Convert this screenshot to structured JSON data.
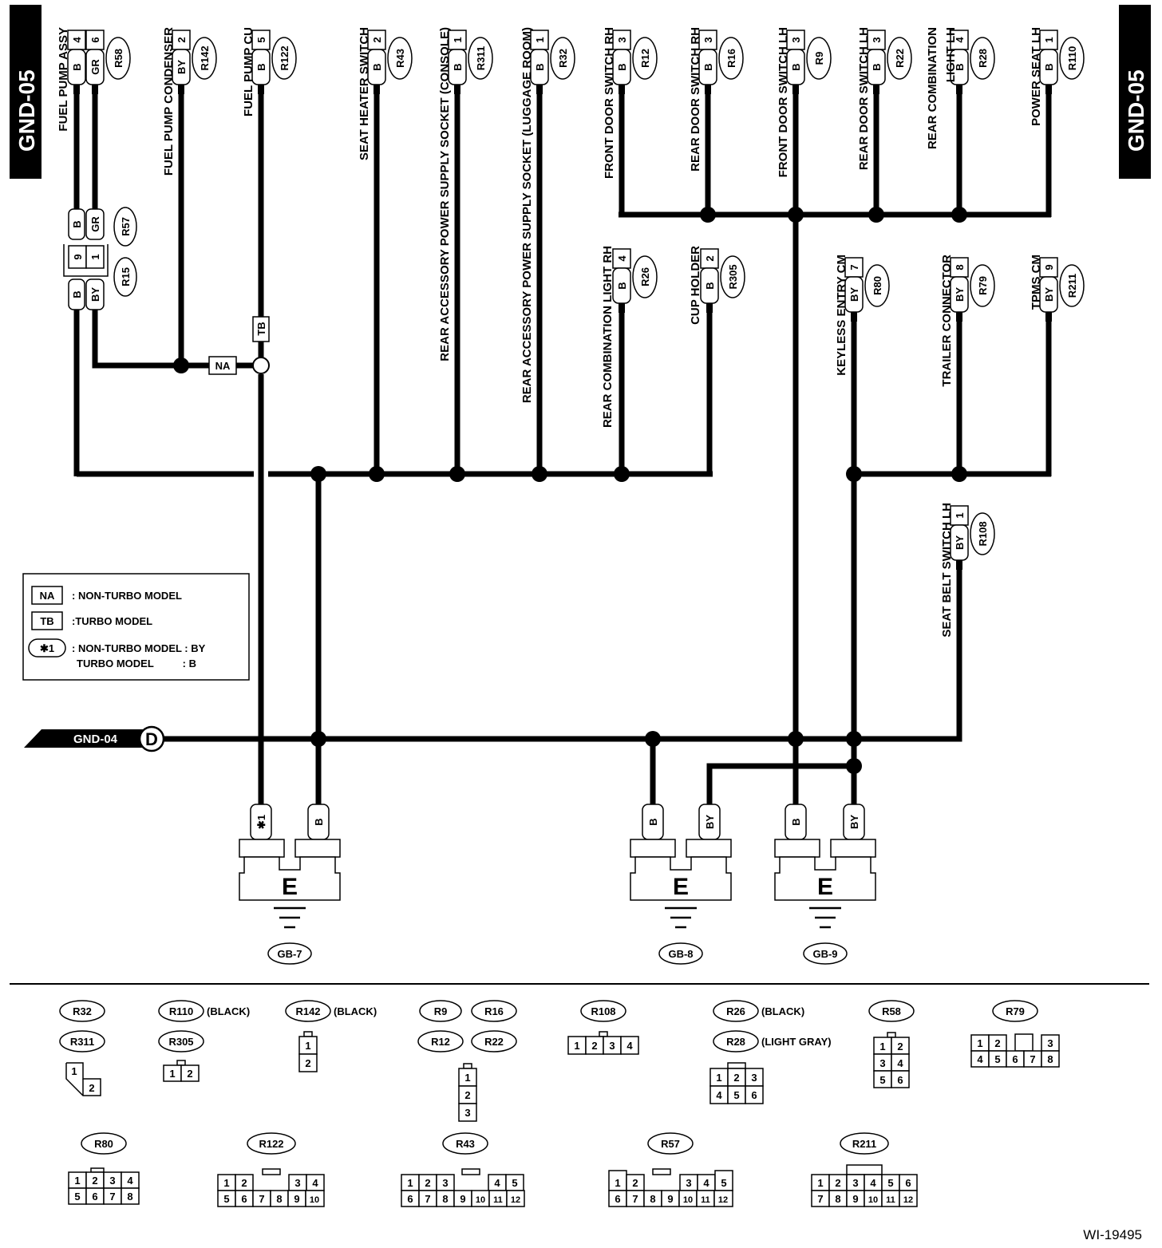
{
  "page_tag": "GND-05",
  "figure_id": "WI-19495",
  "cross_ref": {
    "label": "GND-04",
    "letter": "D"
  },
  "legend": {
    "na_code": "NA",
    "na_text": ": NON-TURBO MODEL",
    "tb_code": "TB",
    "tb_text": ":TURBO MODEL",
    "star_code": "✱1",
    "star_text1": ": NON-TURBO MODEL : BY",
    "star_text2": "TURBO MODEL          : B"
  },
  "components": [
    {
      "label": "FUEL PUMP ASSY",
      "conn": "R58",
      "pins": [
        "4",
        "6"
      ],
      "colors": [
        "B",
        "GR"
      ]
    },
    {
      "label": "FUEL PUMP CONDENSER",
      "conn": "R142",
      "pins": [
        "2"
      ],
      "colors": [
        "BY"
      ]
    },
    {
      "label": "FUEL PUMP CU",
      "conn": "R122",
      "pins": [
        "5"
      ],
      "colors": [
        "B"
      ]
    },
    {
      "label": "SEAT HEATER SWITCH",
      "conn": "R43",
      "pins": [
        "2"
      ],
      "colors": [
        "B"
      ]
    },
    {
      "label": "REAR ACCESSORY POWER SUPPLY SOCKET (CONSOLE)",
      "conn": "R311",
      "pins": [
        "1"
      ],
      "colors": [
        "B"
      ]
    },
    {
      "label": "REAR ACCESSORY POWER SUPPLY SOCKET (LUGGAGE ROOM)",
      "conn": "R32",
      "pins": [
        "1"
      ],
      "colors": [
        "B"
      ]
    },
    {
      "label": "FRONT DOOR SWITCH RH",
      "conn": "R12",
      "pins": [
        "3"
      ],
      "colors": [
        "B"
      ]
    },
    {
      "label": "REAR DOOR SWITCH RH",
      "conn": "R16",
      "pins": [
        "3"
      ],
      "colors": [
        "B"
      ]
    },
    {
      "label": "FRONT DOOR SWITCH LH",
      "conn": "R9",
      "pins": [
        "3"
      ],
      "colors": [
        "B"
      ]
    },
    {
      "label": "REAR DOOR SWITCH LH",
      "conn": "R22",
      "pins": [
        "3"
      ],
      "colors": [
        "B"
      ]
    },
    {
      "label": "REAR COMBINATION",
      "label2": "LIGHT LH",
      "conn": "R28",
      "pins": [
        "4"
      ],
      "colors": [
        "B"
      ]
    },
    {
      "label": "POWER SEAT LH",
      "conn": "R110",
      "pins": [
        "1"
      ],
      "colors": [
        "B"
      ]
    },
    {
      "label": "REAR COMBINATION LIGHT RH",
      "conn": "R26",
      "pins": [
        "4"
      ],
      "colors": [
        "B"
      ]
    },
    {
      "label": "CUP HOLDER",
      "conn": "R305",
      "pins": [
        "2"
      ],
      "colors": [
        "B"
      ]
    },
    {
      "label": "KEYLESS ENTRY CM",
      "conn": "R80",
      "pins": [
        "7"
      ],
      "colors": [
        "BY"
      ]
    },
    {
      "label": "TRAILER CONNECTOR",
      "conn": "R79",
      "pins": [
        "8"
      ],
      "colors": [
        "BY"
      ]
    },
    {
      "label": "TPMS CM",
      "conn": "R211",
      "pins": [
        "9"
      ],
      "colors": [
        "BY"
      ]
    },
    {
      "label": "SEAT BELT SWITCH LH",
      "conn": "R108",
      "pins": [
        "1"
      ],
      "colors": [
        "BY"
      ]
    }
  ],
  "joint_connector": {
    "upper": {
      "conn": "R57",
      "pin": "9",
      "pin2": "1",
      "colors": [
        "B",
        "GR"
      ]
    },
    "lower": {
      "conn": "R15",
      "colors": [
        "B",
        "BY"
      ]
    }
  },
  "markers": {
    "na": "NA",
    "tb": "TB"
  },
  "grounds": [
    {
      "name": "GB-7",
      "letter": "E",
      "wires": [
        "✱1",
        "B"
      ]
    },
    {
      "name": "GB-8",
      "letter": "E",
      "wires": [
        "B",
        "BY"
      ]
    },
    {
      "name": "GB-9",
      "letter": "E",
      "wires": [
        "B",
        "BY"
      ]
    }
  ],
  "connector_chart": {
    "r32": "R32",
    "r311": "R311",
    "r110": "R110",
    "black1": "(BLACK)",
    "r305": "R305",
    "r142": "R142",
    "black2": "(BLACK)",
    "r9": "R9",
    "r16": "R16",
    "r12": "R12",
    "r22": "R22",
    "r108": "R108",
    "r26": "R26",
    "black3": "(BLACK)",
    "r28": "R28",
    "lightgray": "(LIGHT GRAY)",
    "r58": "R58",
    "r79": "R79",
    "r80": "R80",
    "r122": "R122",
    "r43": "R43",
    "r57": "R57",
    "r211": "R211"
  }
}
